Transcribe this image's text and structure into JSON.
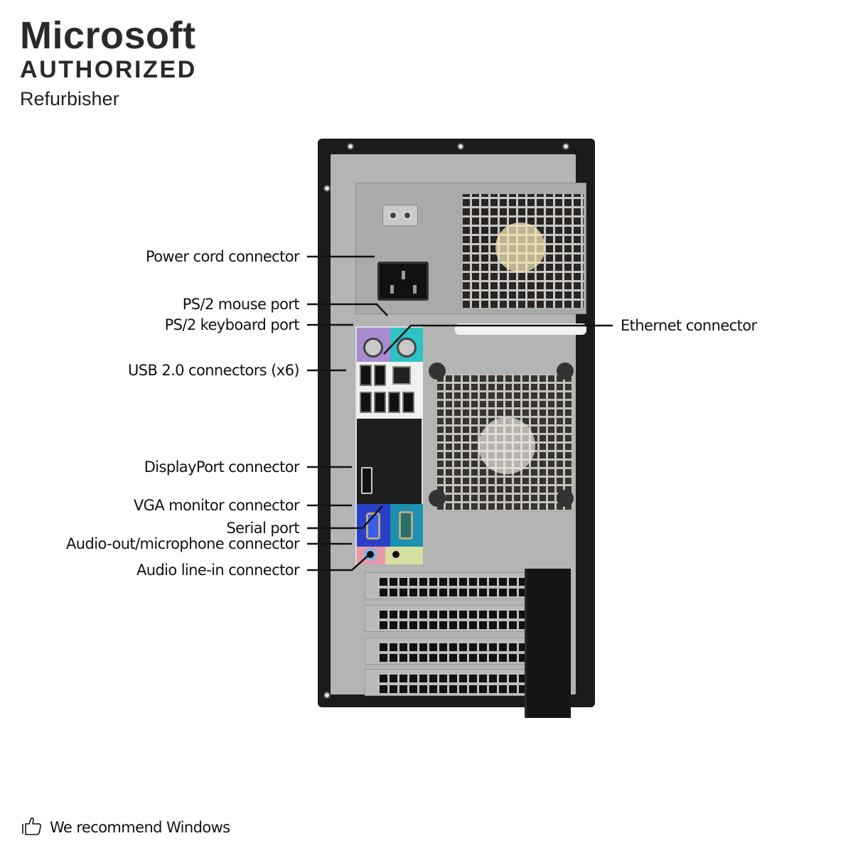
{
  "brand": {
    "line1": "Microsoft",
    "line2": "AUTHORIZED",
    "line3": "Refurbisher"
  },
  "footer": {
    "icon": "thumbs-up-icon",
    "text": "We recommend Windows"
  },
  "diagram": {
    "subject": "Desktop tower rear panel",
    "labels_left": [
      {
        "id": "power-cord",
        "text": "Power cord connector"
      },
      {
        "id": "ps2-mouse",
        "text": "PS/2 mouse port"
      },
      {
        "id": "ps2-keyboard",
        "text": "PS/2 keyboard port"
      },
      {
        "id": "usb",
        "text": "USB 2.0 connectors (x6)"
      },
      {
        "id": "displayport",
        "text": "DisplayPort connector"
      },
      {
        "id": "vga",
        "text": "VGA monitor connector"
      },
      {
        "id": "serial",
        "text": "Serial port"
      },
      {
        "id": "audio-out",
        "text": "Audio-out/microphone connector"
      },
      {
        "id": "audio-in",
        "text": "Audio line-in connector"
      }
    ],
    "labels_right": [
      {
        "id": "ethernet",
        "text": "Ethernet connector"
      }
    ]
  },
  "colors": {
    "text": "#111111",
    "brand_text": "#2a2a2a",
    "case_black": "#1b1b1b",
    "chassis_silver": "#b3b5b4",
    "ps2_mouse_green": "#2ec2c2",
    "ps2_keyboard_purple": "#a98bd0",
    "vga_blue": "#2a40c8",
    "serial_teal": "#1d8fb0",
    "audio_pink": "#e898a8",
    "audio_lime": "#d4e0a0"
  }
}
